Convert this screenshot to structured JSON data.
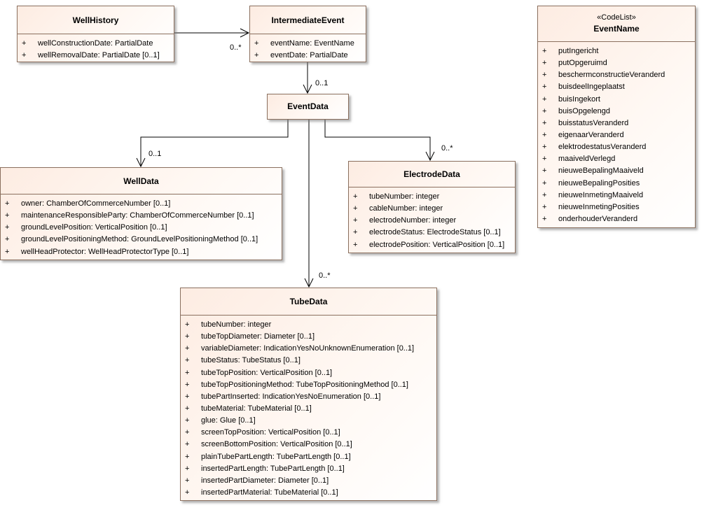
{
  "classes": {
    "well_history": {
      "name": "WellHistory",
      "attributes": [
        "wellConstructionDate: PartialDate",
        "wellRemovalDate: PartialDate [0..1]"
      ]
    },
    "intermediate_event": {
      "name": "IntermediateEvent",
      "attributes": [
        "eventName: EventName",
        "eventDate: PartialDate"
      ]
    },
    "event_name": {
      "stereotype": "«CodeList»",
      "name": "EventName",
      "attributes": [
        "putIngericht",
        "putOpgeruimd",
        "beschermconstructieVeranderd",
        "buisdeelIngeplaatst",
        "buisIngekort",
        "buisOpgelengd",
        "buisstatusVeranderd",
        "eigenaarVeranderd",
        "elektrodestatusVeranderd",
        "maaiveldVerlegd",
        "nieuweBepalingMaaiveld",
        "nieuweBepalingPosities",
        "nieuweInmetingMaaiveld",
        "nieuweInmetingPosities",
        "onderhouderVeranderd"
      ]
    },
    "event_data": {
      "name": "EventData",
      "attributes": []
    },
    "well_data": {
      "name": "WellData",
      "attributes": [
        "owner: ChamberOfCommerceNumber [0..1]",
        "maintenanceResponsibleParty: ChamberOfCommerceNumber [0..1]",
        "groundLevelPosition: VerticalPosition [0..1]",
        "groundLevelPositioningMethod: GroundLevelPositioningMethod [0..1]",
        "wellHeadProtector: WellHeadProtectorType [0..1]"
      ]
    },
    "electrode_data": {
      "name": "ElectrodeData",
      "attributes": [
        "tubeNumber: integer",
        "cableNumber: integer",
        "electrodeNumber: integer",
        "electrodeStatus: ElectrodeStatus [0..1]",
        "electrodePosition: VerticalPosition [0..1]"
      ]
    },
    "tube_data": {
      "name": "TubeData",
      "attributes": [
        "tubeNumber: integer",
        "tubeTopDiameter: Diameter [0..1]",
        "variableDiameter: IndicationYesNoUnknownEnumeration [0..1]",
        "tubeStatus: TubeStatus [0..1]",
        "tubeTopPosition: VerticalPosition [0..1]",
        "tubeTopPositioningMethod: TubeTopPositioningMethod [0..1]",
        "tubePartInserted: IndicationYesNoEnumeration [0..1]",
        "tubeMaterial: TubeMaterial [0..1]",
        "glue: Glue [0..1]",
        "screenTopPosition: VerticalPosition [0..1]",
        "screenBottomPosition: VerticalPosition [0..1]",
        "plainTubePartLength: TubePartLength [0..1]",
        "insertedPartLength: TubePartLength [0..1]",
        "insertedPartDiameter: Diameter [0..1]",
        "insertedPartMaterial: TubeMaterial [0..1]"
      ]
    }
  },
  "visibility_marker": "+",
  "multiplicities": {
    "history_to_event": "0..*",
    "event_to_data": "0..1",
    "data_to_well": "0..1",
    "data_to_electrode": "0..*",
    "data_to_tube": "0..*"
  },
  "colors": {
    "border": "#8a6f5e",
    "fill_start": "#fdece2",
    "line": "#000000"
  }
}
